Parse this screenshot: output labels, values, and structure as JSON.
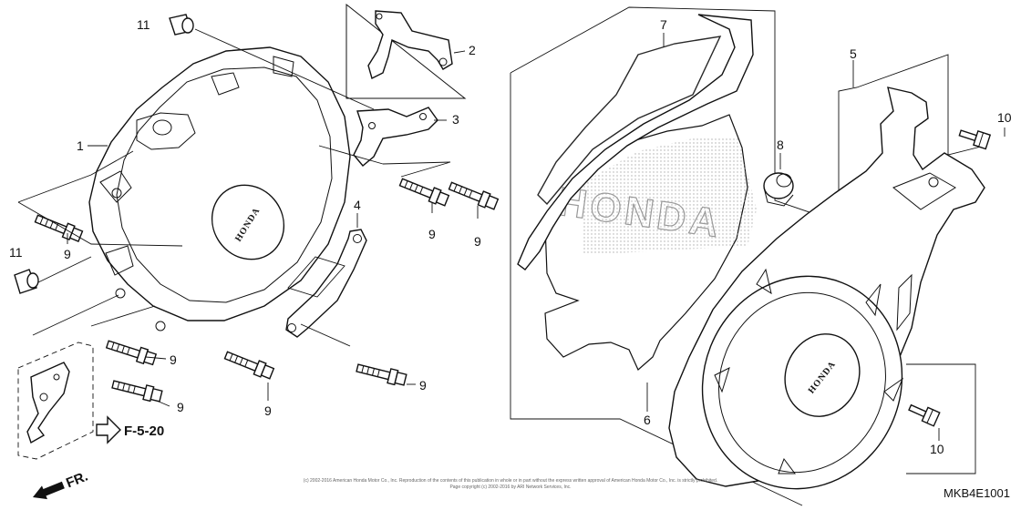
{
  "callouts": {
    "c1": "1",
    "c2": "2",
    "c3": "3",
    "c4": "4",
    "c5": "5",
    "c6": "6",
    "c7": "7",
    "c8": "8",
    "c9a": "9",
    "c9b": "9",
    "c9c": "9",
    "c9d": "9",
    "c9e": "9",
    "c9f": "9",
    "c9g": "9",
    "c10a": "10",
    "c10b": "10",
    "c11a": "11",
    "c11b": "11"
  },
  "logos": {
    "cover_left": "HONDA",
    "gasket_watermark": "HONDA",
    "cover_right": "HONDA"
  },
  "reference": {
    "label": "F-5-20"
  },
  "direction": {
    "label": "FR."
  },
  "copyright": {
    "line1": "(c) 2002-2016 American Honda Motor Co., Inc. Reproduction of the contents of this publication in whole or in part without the express written approval of American Honda Motor Co., Inc. is strictly prohibited.",
    "line2": "Page copyright (c) 2002-2016 by ARI Network Services, Inc."
  },
  "diagram_code": "MKB4E1001"
}
